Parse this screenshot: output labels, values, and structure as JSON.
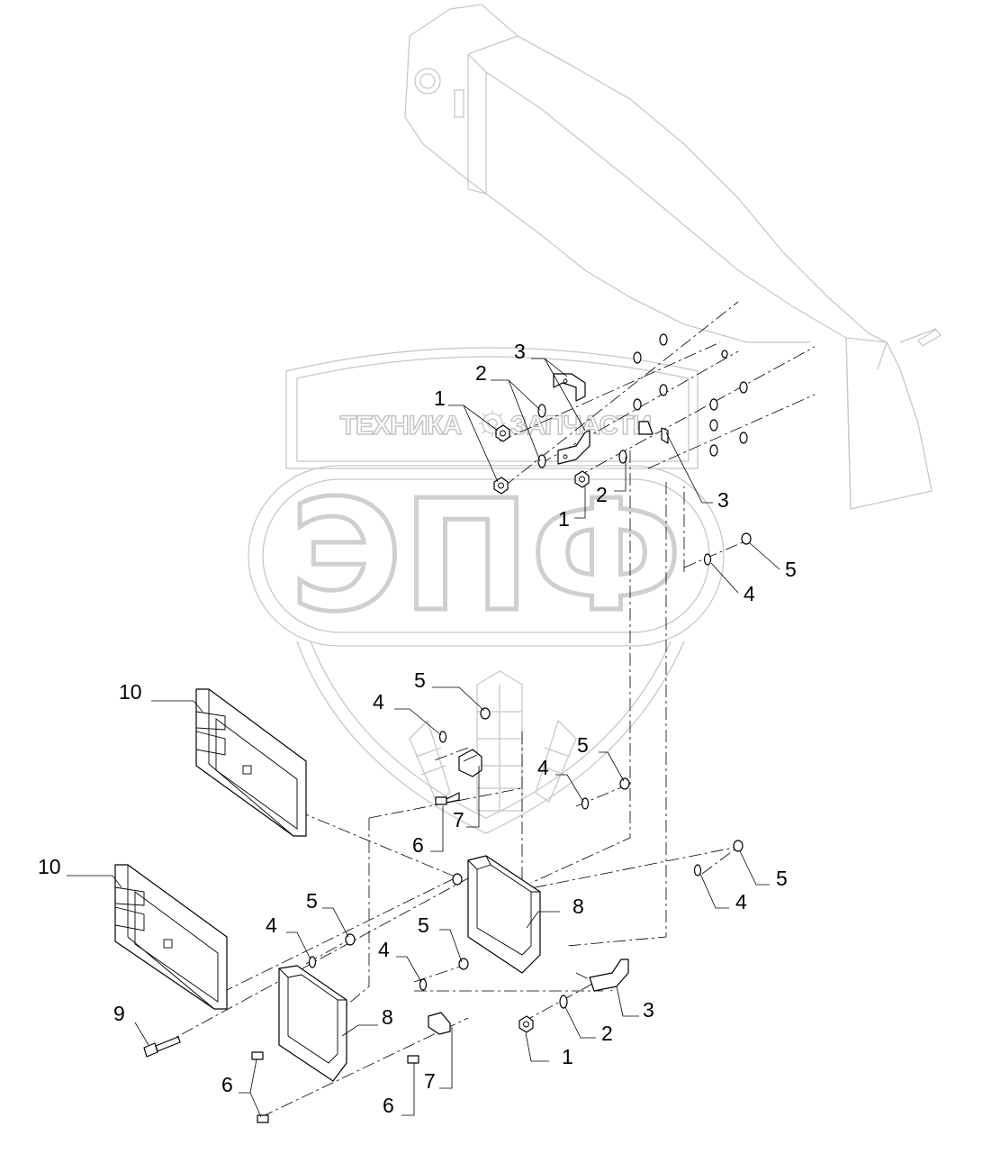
{
  "watermark": {
    "brand_large": "ЭПФ",
    "brand_left": "ТЕХНИКА",
    "brand_right": "ЗАПЧАСТИ"
  },
  "callouts": [
    {
      "id": "c1a",
      "label": "1"
    },
    {
      "id": "c2a",
      "label": "2"
    },
    {
      "id": "c3a",
      "label": "3"
    },
    {
      "id": "c3b",
      "label": "3"
    },
    {
      "id": "c2b",
      "label": "2"
    },
    {
      "id": "c1b",
      "label": "1"
    },
    {
      "id": "c4a",
      "label": "4"
    },
    {
      "id": "c5a",
      "label": "5"
    },
    {
      "id": "c5b",
      "label": "5"
    },
    {
      "id": "c4b",
      "label": "4"
    },
    {
      "id": "c10a",
      "label": "10"
    },
    {
      "id": "c5c",
      "label": "5"
    },
    {
      "id": "c4c",
      "label": "4"
    },
    {
      "id": "c7a",
      "label": "7"
    },
    {
      "id": "c6a",
      "label": "6"
    },
    {
      "id": "c10b",
      "label": "10"
    },
    {
      "id": "c5d",
      "label": "5"
    },
    {
      "id": "c4d",
      "label": "4"
    },
    {
      "id": "c5e",
      "label": "5"
    },
    {
      "id": "c4e",
      "label": "4"
    },
    {
      "id": "c8a",
      "label": "8"
    },
    {
      "id": "c5f",
      "label": "5"
    },
    {
      "id": "c4f",
      "label": "4"
    },
    {
      "id": "c8b",
      "label": "8"
    },
    {
      "id": "c3c",
      "label": "3"
    },
    {
      "id": "c9a",
      "label": "9"
    },
    {
      "id": "c2c",
      "label": "2"
    },
    {
      "id": "c1c",
      "label": "1"
    },
    {
      "id": "c6b",
      "label": "6"
    },
    {
      "id": "c7b",
      "label": "7"
    },
    {
      "id": "c6c",
      "label": "6"
    }
  ]
}
